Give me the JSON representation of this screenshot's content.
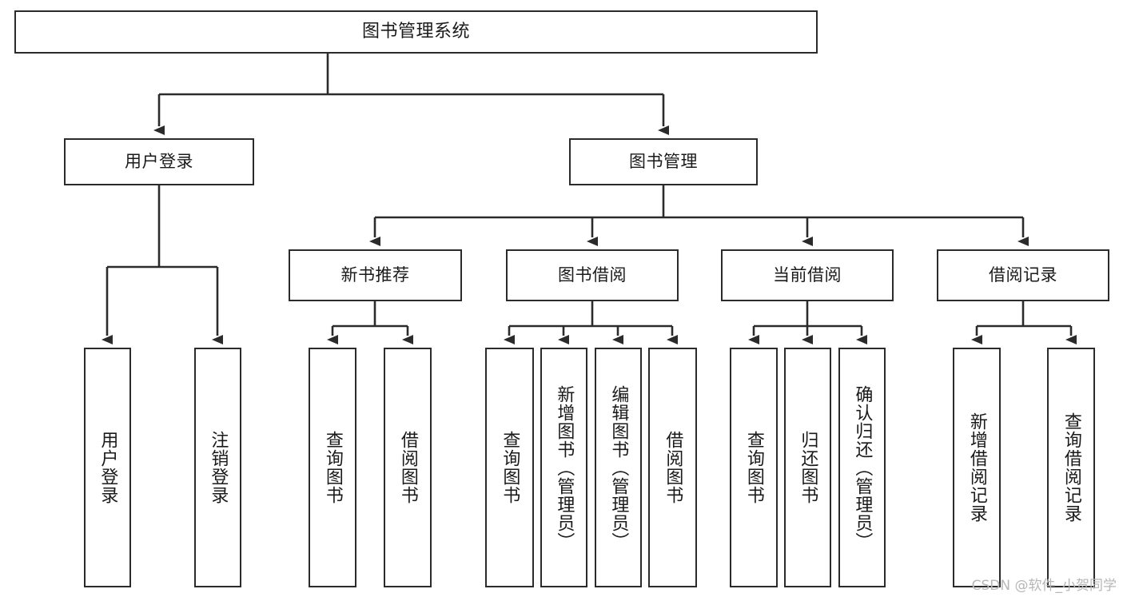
{
  "diagram": {
    "title": "图书管理系统",
    "watermark": "CSDN @软件_小贺同学",
    "colors": {
      "border": "#2b2b2b",
      "background": "#ffffff",
      "text": "#1a1a1a",
      "edge": "#2b2b2b",
      "watermark": "#b7b7b7"
    },
    "root": {
      "label": "图书管理系统"
    },
    "level2": [
      {
        "label": "用户登录"
      },
      {
        "label": "图书管理"
      }
    ],
    "level3": [
      {
        "label": "新书推荐"
      },
      {
        "label": "图书借阅"
      },
      {
        "label": "当前借阅"
      },
      {
        "label": "借阅记录"
      }
    ],
    "leaves": {
      "user_login": [
        {
          "label": "用户登录"
        },
        {
          "label": "注销登录"
        }
      ],
      "new_book_recommend": [
        {
          "label": "查询图书"
        },
        {
          "label": "借阅图书"
        }
      ],
      "book_borrow": [
        {
          "label": "查询图书"
        },
        {
          "label": "新增图书（管理员）"
        },
        {
          "label": "编辑图书（管理员）"
        },
        {
          "label": "借阅图书"
        }
      ],
      "current_borrow": [
        {
          "label": "查询图书"
        },
        {
          "label": "归还图书"
        },
        {
          "label": "确认归还（管理员）"
        }
      ],
      "borrow_record": [
        {
          "label": "新增借阅记录"
        },
        {
          "label": "查询借阅记录"
        }
      ]
    }
  }
}
